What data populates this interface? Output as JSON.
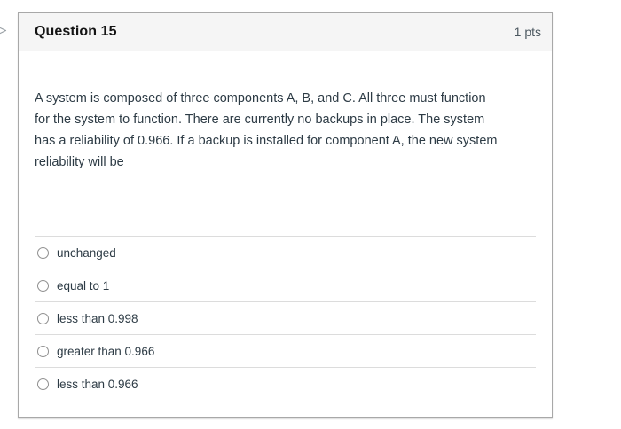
{
  "colors": {
    "card_border": "#a8a8a8",
    "header_background": "#f5f5f5",
    "answer_divider": "#dcdcdc",
    "radio_border": "#8f8f8f",
    "body_text": "#2d3b45",
    "points_text": "#4c5860",
    "page_background": "#ffffff"
  },
  "icons": {
    "question_marker": "chevron-right-outline"
  },
  "question_card": {
    "header": {
      "title": "Question 15",
      "points": "1 pts"
    },
    "body_lines": [
      "A system is composed of three components A, B, and C. All three must function",
      "for the system to function. There are currently no backups in place. The system",
      "has a reliability of 0.966. If a backup is installed for component A, the new system",
      "reliability will be"
    ],
    "answers": [
      {
        "label": "unchanged",
        "selected": false
      },
      {
        "label": "equal to 1",
        "selected": false
      },
      {
        "label": "less than 0.998",
        "selected": false
      },
      {
        "label": "greater than 0.966",
        "selected": false
      },
      {
        "label": "less than 0.966",
        "selected": false
      }
    ]
  }
}
